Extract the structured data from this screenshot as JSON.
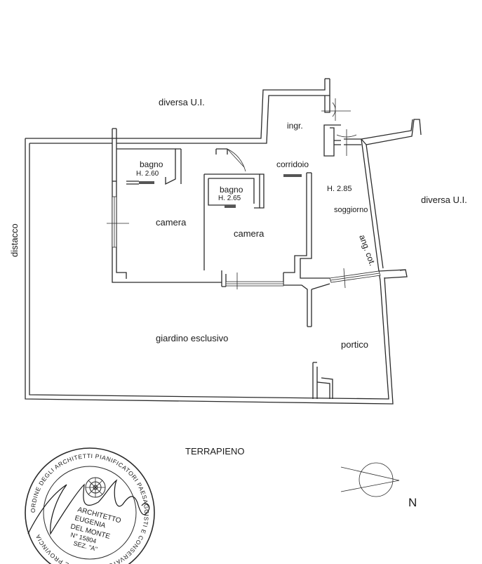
{
  "labels": {
    "diversa_top": "diversa U.I.",
    "diversa_right": "diversa U.I.",
    "distacco": "distacco",
    "ingr": "ingr.",
    "corridoio": "corridoio",
    "bagno1": "bagno",
    "bagno1_h": "H. 2.60",
    "bagno2": "bagno",
    "bagno2_h": "H. 2.65",
    "camera1": "camera",
    "camera2": "camera",
    "soggiorno_h": "H. 2.85",
    "soggiorno": "soggiorno",
    "ang_cot": "ang. cot.",
    "giardino": "giardino esclusivo",
    "portico": "portico",
    "terrapieno": "TERRAPIENO",
    "north": "N"
  },
  "stamp": {
    "ring_text": "ORDINE DEGLI ARCHITETTI PIANIFICATORI PAESAGGISTI E CONSERVATORI DI ROMA E PROVINCIA",
    "line1": "ARCHITETTO",
    "line2": "EUGENIA",
    "line3": "DEL MONTE",
    "line4": "N° 15804",
    "line5": "SEZ. \"A\""
  }
}
